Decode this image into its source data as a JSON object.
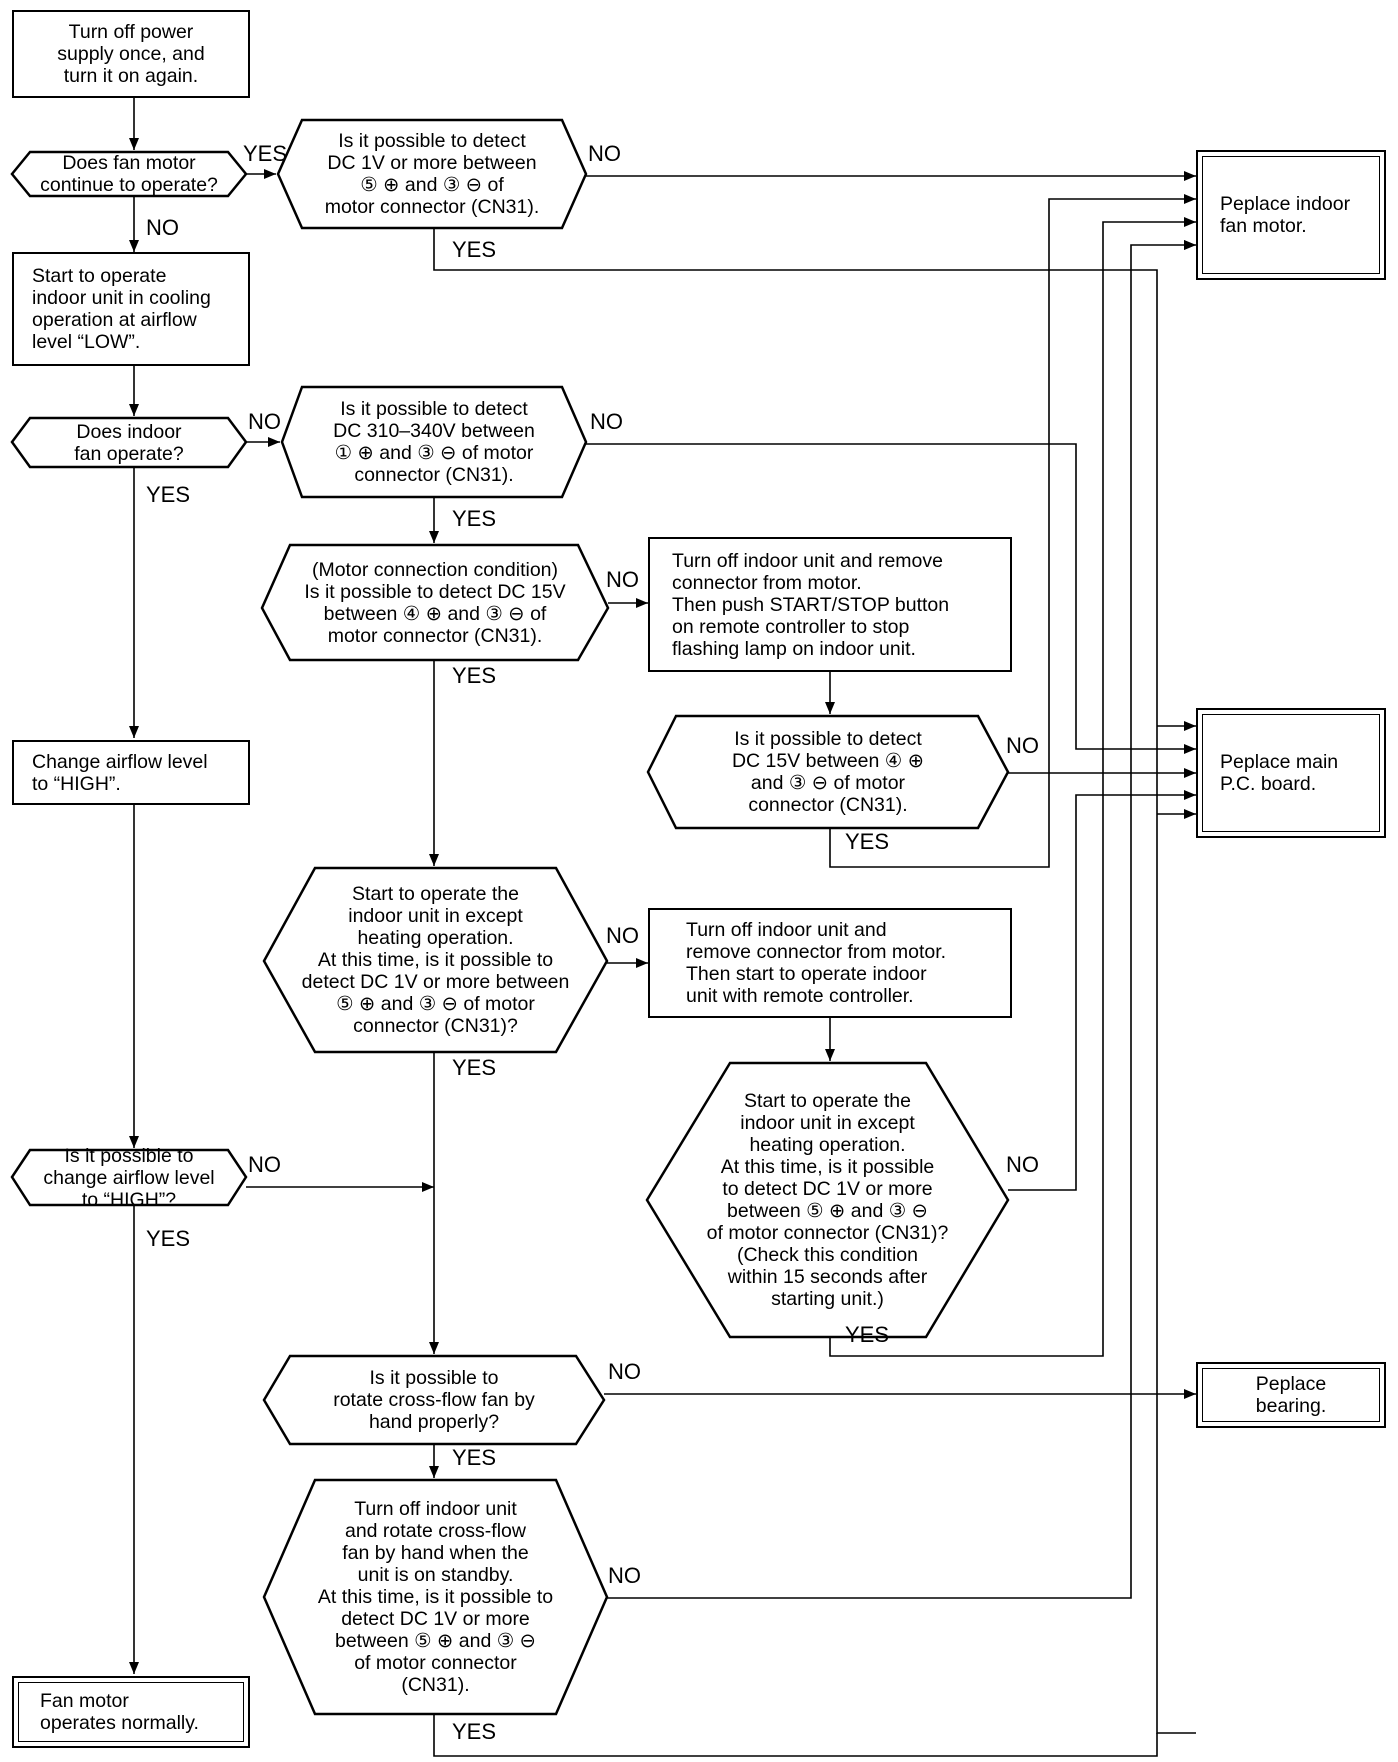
{
  "nodes": {
    "start": "Turn off power\nsupply once, and\nturn it on again.",
    "q_fan_continue": "Does fan motor\ncontinue to operate?",
    "q_dc1v_top": "Is it possible to detect\nDC 1V or more between\n⑤ ⊕ and ③ ⊖ of\nmotor connector (CN31).",
    "start_cooling": "Start to operate\nindoor unit in cooling\noperation at airflow\nlevel “LOW”.",
    "q_fan_operate": "Does indoor\nfan operate?",
    "q_dc310": "Is it possible to detect\nDC 310–340V between\n① ⊕ and ③ ⊖  of motor\nconnector (CN31).",
    "q_dc15v": "(Motor connection condition)\nIs it possible to detect DC 15V\nbetween ④ ⊕ and ③ ⊖ of\nmotor connector (CN31).",
    "turn_off_push": "Turn off indoor unit and remove\nconnector from motor.\nThen push START/STOP button\non remote controller to stop\nflashing lamp on indoor unit.",
    "q_dc15v_b": "Is it possible to detect\nDC 15V between ④ ⊕\nand ③ ⊖ of motor\nconnector (CN31).",
    "change_high": "Change airflow level\nto “HIGH”.",
    "q_heating_a": "Start to operate the\nindoor unit in except\nheating operation.\nAt this time, is it possible to\ndetect DC 1V or more between\n⑤ ⊕ and ③ ⊖ of motor\nconnector (CN31)?",
    "turn_off_remote": "Turn off indoor unit and\nremove connector from motor.\nThen start to operate indoor\nunit with remote controller.",
    "q_heating_b": "Start to operate the\nindoor unit in except\nheating operation.\nAt this time, is it possible\nto detect DC 1V or more\nbetween ⑤ ⊕ and ③ ⊖\nof motor connector (CN31)?\n(Check this condition\nwithin 15 seconds after\nstarting unit.)",
    "q_change_high": "Is it possible to\nchange airflow level\nto “HIGH”?",
    "q_rotate": "Is it possible to\nrotate cross-flow fan by\nhand properly?",
    "q_standby": "Turn off indoor unit\nand rotate cross-flow\nfan by hand when the\nunit is on standby.\nAt this time, is it possible to\ndetect DC 1V or more\nbetween ⑤ ⊕ and ③ ⊖\nof motor connector\n(CN31).",
    "fan_normal": "Fan motor\noperates normally.",
    "replace_fan": "Peplace indoor\nfan motor.",
    "replace_pcb": "Peplace main\nP.C. board.",
    "replace_bearing": "Peplace\nbearing."
  },
  "labels": {
    "yes": "YES",
    "no": "NO"
  }
}
